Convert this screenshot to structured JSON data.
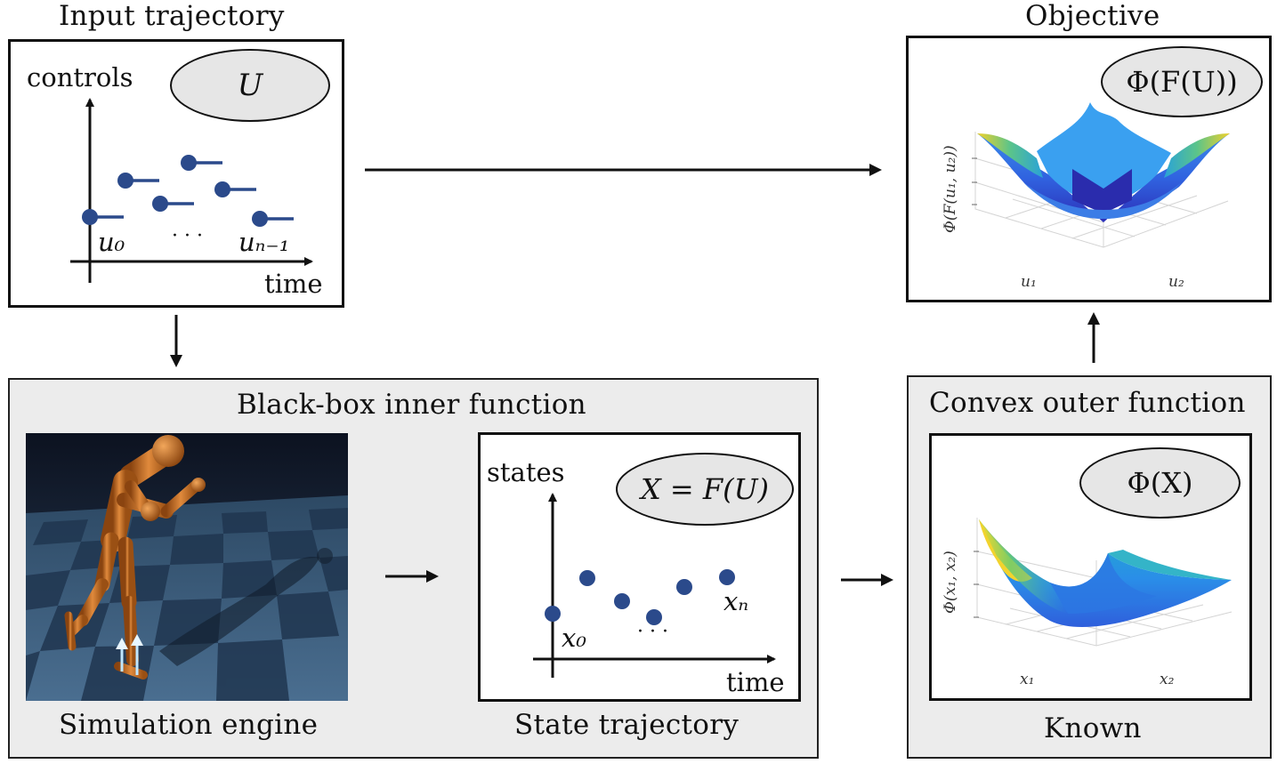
{
  "input": {
    "title": "Input trajectory",
    "oval": "U",
    "ylabel": "controls",
    "xlabel": "time",
    "first": "u₀",
    "dots": "· · ·",
    "last": "uₙ₋₁"
  },
  "objective": {
    "title": "Objective",
    "oval": "Φ(F(U))",
    "zlabel": "Φ(F(u₁, u₂))",
    "x1": "u₁",
    "x2": "u₂"
  },
  "blackbox": {
    "title": "Black-box inner function",
    "sim_caption": "Simulation engine",
    "state_caption": "State trajectory",
    "state": {
      "oval": "X = F(U)",
      "ylabel": "states",
      "xlabel": "time",
      "first": "x₀",
      "dots": "· · ·",
      "last": "xₙ"
    }
  },
  "outer": {
    "title": "Convex outer function",
    "oval": "Φ(X)",
    "zlabel": "Φ(x₁, x₂)",
    "x1": "x₁",
    "x2": "x₂",
    "caption": "Known"
  },
  "colors": {
    "dot": "#2b4a8b",
    "panel_bg": "#ececec",
    "oval_bg": "#e6e6e6"
  }
}
